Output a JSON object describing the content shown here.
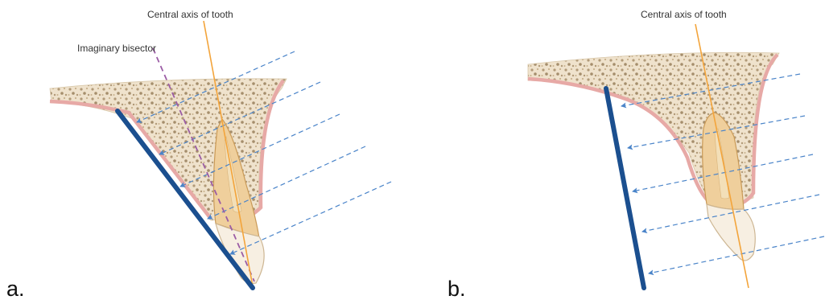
{
  "panels": [
    {
      "id": "a",
      "panel_label": "a.",
      "axis_label": "Central axis of tooth",
      "bisector_label": "Imaginary bisector"
    },
    {
      "id": "b",
      "panel_label": "b.",
      "axis_label": "Central axis of tooth"
    }
  ],
  "colors": {
    "bone_fill": "#efe2cc",
    "bone_speckle": "#b19a78",
    "gingiva": "#e7a9a6",
    "tooth_root": "#efcf9c",
    "tooth_crown": "#f7efe2",
    "pulp": "#f3dfb8",
    "central_axis": "#f3a43b",
    "bisector": "#9b5ca5",
    "xray_beam": "#4a84c9",
    "receptor": "#1b4f8f"
  }
}
